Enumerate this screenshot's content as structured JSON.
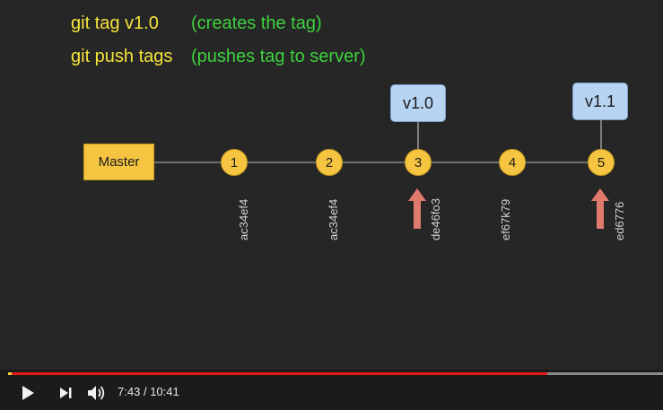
{
  "slide": {
    "lines": [
      {
        "command": "git tag v1.0",
        "description": "(creates the tag)"
      },
      {
        "command": "git push tags",
        "description": "(pushes tag to server)"
      }
    ],
    "master_label": "Master",
    "commits": [
      {
        "number": "1",
        "hash": "ac34ef4"
      },
      {
        "number": "2",
        "hash": "ac34ef4"
      },
      {
        "number": "3",
        "hash": "de46fo3"
      },
      {
        "number": "4",
        "hash": "ef67k79"
      },
      {
        "number": "5",
        "hash": "ed6776"
      }
    ],
    "tags": [
      {
        "label": "v1.0",
        "commit": "3"
      },
      {
        "label": "v1.1",
        "commit": "5"
      }
    ]
  },
  "player": {
    "current_time": "7:43",
    "duration": "10:41",
    "time_separator": "/",
    "progress": 0.8232,
    "icons": {
      "play": "play-icon",
      "next": "next-icon",
      "volume": "volume-icon"
    }
  },
  "colors": {
    "command_text": "#f4e33a",
    "description_text": "#3ed13e",
    "node_fill": "#f5c542",
    "tag_fill": "#b7d4f2",
    "arrow_fill": "#e07a6c",
    "progress_played": "#e61919"
  }
}
